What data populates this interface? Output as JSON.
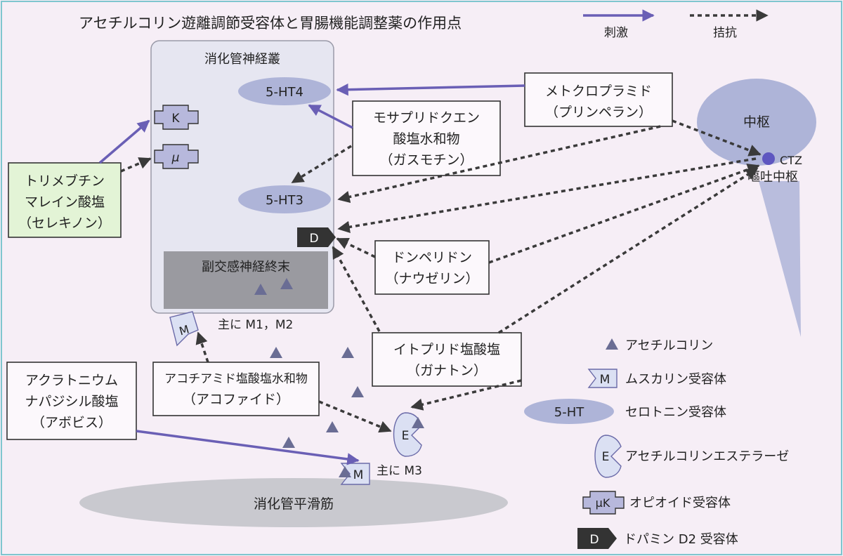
{
  "title": "アセチルコリン遊離調節受容体と胃腸機能調整薬の作用点",
  "key": {
    "stimulation": "刺激",
    "antagonism": "拮抗"
  },
  "regions": {
    "enteric_plexus": "消化管神経叢",
    "parasympathetic_terminal": "副交感神経終末",
    "smooth_muscle": "消化管平滑筋",
    "center": "中枢",
    "ctz": "CTZ",
    "vomiting_center": "嘔吐中枢"
  },
  "receptors": {
    "ht4": "5-HT4",
    "ht3": "5-HT3",
    "kappa": "K",
    "mu": "μ",
    "dopamine": "D",
    "muscarinic_upper": "M",
    "muscarinic_lower": "M",
    "esterase": "E"
  },
  "receptor_notes": {
    "m1m2": "主に M1，M2",
    "m3": "主に M3"
  },
  "drugs": {
    "metoclopramide": {
      "name": "メトクロプラミド",
      "brand": "（プリンペラン）"
    },
    "mosapride": {
      "name1": "モサプリドクエン",
      "name2": "酸塩水和物",
      "brand": "（ガスモチン）"
    },
    "trimebutine": {
      "name1": "トリメブチン",
      "name2": "マレイン酸塩",
      "brand": "（セレキノン）"
    },
    "domperidone": {
      "name": "ドンペリドン",
      "brand": "（ナウゼリン）"
    },
    "itopride": {
      "name": "イトプリド塩酸塩",
      "brand": "（ガナトン）"
    },
    "acotiamide": {
      "name": "アコチアミド塩酸塩水和物",
      "brand": "（アコファイド）"
    },
    "aclatonium": {
      "name1": "アクラトニウム",
      "name2": "ナパジシル酸塩",
      "brand": "（アボビス）"
    }
  },
  "legend": {
    "acetylcholine": "アセチルコリン",
    "muscarinic": "ムスカリン受容体",
    "muscarinic_symbol": "M",
    "serotonin": "セロトニン受容体",
    "serotonin_symbol": "5-HT",
    "esterase": "アセチルコリンエステラーゼ",
    "esterase_symbol": "E",
    "opioid": "オピオイド受容体",
    "opioid_symbol": "μK",
    "dopamine": "ドパミン D2 受容体",
    "dopamine_symbol": "D"
  },
  "colors": {
    "stimulation_arrow": "#6a5fb5",
    "antagonism_arrow": "#3a3a3a",
    "receptor_fill": "#b7b8dc",
    "ellipse_fill": "#aeb4d8",
    "dopamine_fill": "#333333",
    "plexus_fill": "#e6e6f1",
    "terminal_fill": "#9a9aa0",
    "smooth_muscle_fill": "#c9c9cf",
    "trimebutine_box_fill": "#e3f4d6",
    "background": "#f6eef6"
  }
}
